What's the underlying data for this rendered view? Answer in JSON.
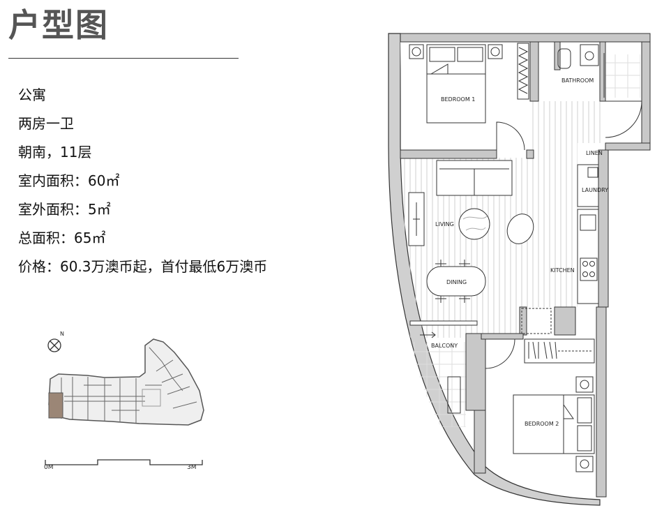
{
  "header": {
    "title": "户型图"
  },
  "info": [
    "公寓",
    "两房一卫",
    "朝南，11层",
    "室内面积：60㎡",
    "室外面积：5㎡",
    "总面积：65㎡",
    "价格：60.3万澳币起，首付最低6万澳币"
  ],
  "rooms": {
    "bedroom1": "BEDROOM 1",
    "bathroom": "BATHROOM",
    "linen": "LINEN",
    "laundry": "LAUNDRY",
    "living": "LIVING",
    "kitchen": "KITCHEN",
    "dining": "DINING",
    "balcony": "BALCONY",
    "bedroom2": "BEDROOM 2"
  },
  "keyplan": {
    "north": "N"
  },
  "scale": {
    "start": "0M",
    "end": "3M"
  },
  "colors": {
    "wall": "#c8c8c8",
    "highlight": "#9b8676",
    "line": "#333333"
  }
}
